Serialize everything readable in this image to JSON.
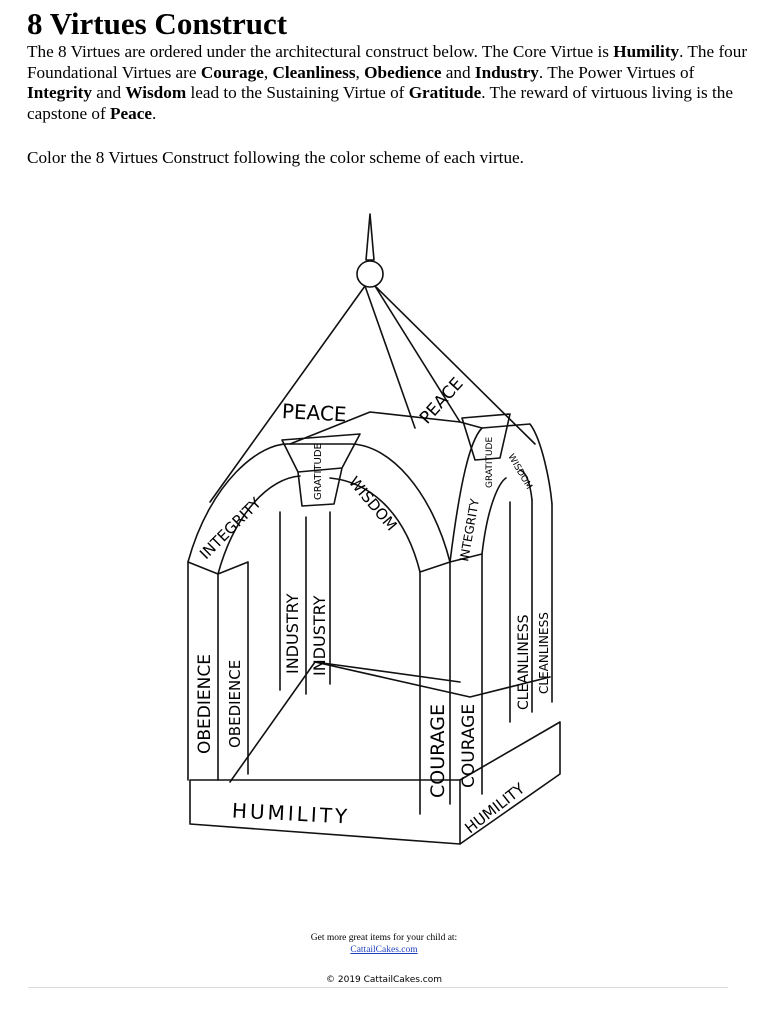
{
  "title": "8 Virtues Construct",
  "intro": [
    {
      "t": "The 8 Virtues are ordered under the architectural construct below.  The Core Virtue is "
    },
    {
      "t": "Humility",
      "b": true
    },
    {
      "t": ".  The four Foundational Virtues are "
    },
    {
      "t": "Courage",
      "b": true
    },
    {
      "t": ", "
    },
    {
      "t": "Cleanliness",
      "b": true
    },
    {
      "t": ", "
    },
    {
      "t": "Obedience",
      "b": true
    },
    {
      "t": " and "
    },
    {
      "t": "Industry",
      "b": true
    },
    {
      "t": ".  The Power Virtues of "
    },
    {
      "t": "Integrity",
      "b": true
    },
    {
      "t": " and "
    },
    {
      "t": "Wisdom",
      "b": true
    },
    {
      "t": " lead to the Sustaining Virtue of "
    },
    {
      "t": "Gratitude",
      "b": true
    },
    {
      "t": ".  The reward of virtuous living is the capstone of "
    },
    {
      "t": "Peace",
      "b": true
    },
    {
      "t": "."
    }
  ],
  "instruction": "Color the 8 Virtues Construct following the color scheme of each virtue.",
  "drawing_labels": {
    "peace": "PEACE",
    "gratitude": "GRATITUDE",
    "integrity": "INTEGRITY",
    "wisdom": "WISDOM",
    "obedience": "OBEDIENCE",
    "industry": "INDUSTRY",
    "courage": "COURAGE",
    "cleanliness": "CLEANLINESS",
    "humility": "HUMILITY"
  },
  "footer": {
    "more_text": "Get more great items for your child at:",
    "link_text": "CattailCakes.com",
    "copyright": "© 2019 CattailCakes.com"
  }
}
